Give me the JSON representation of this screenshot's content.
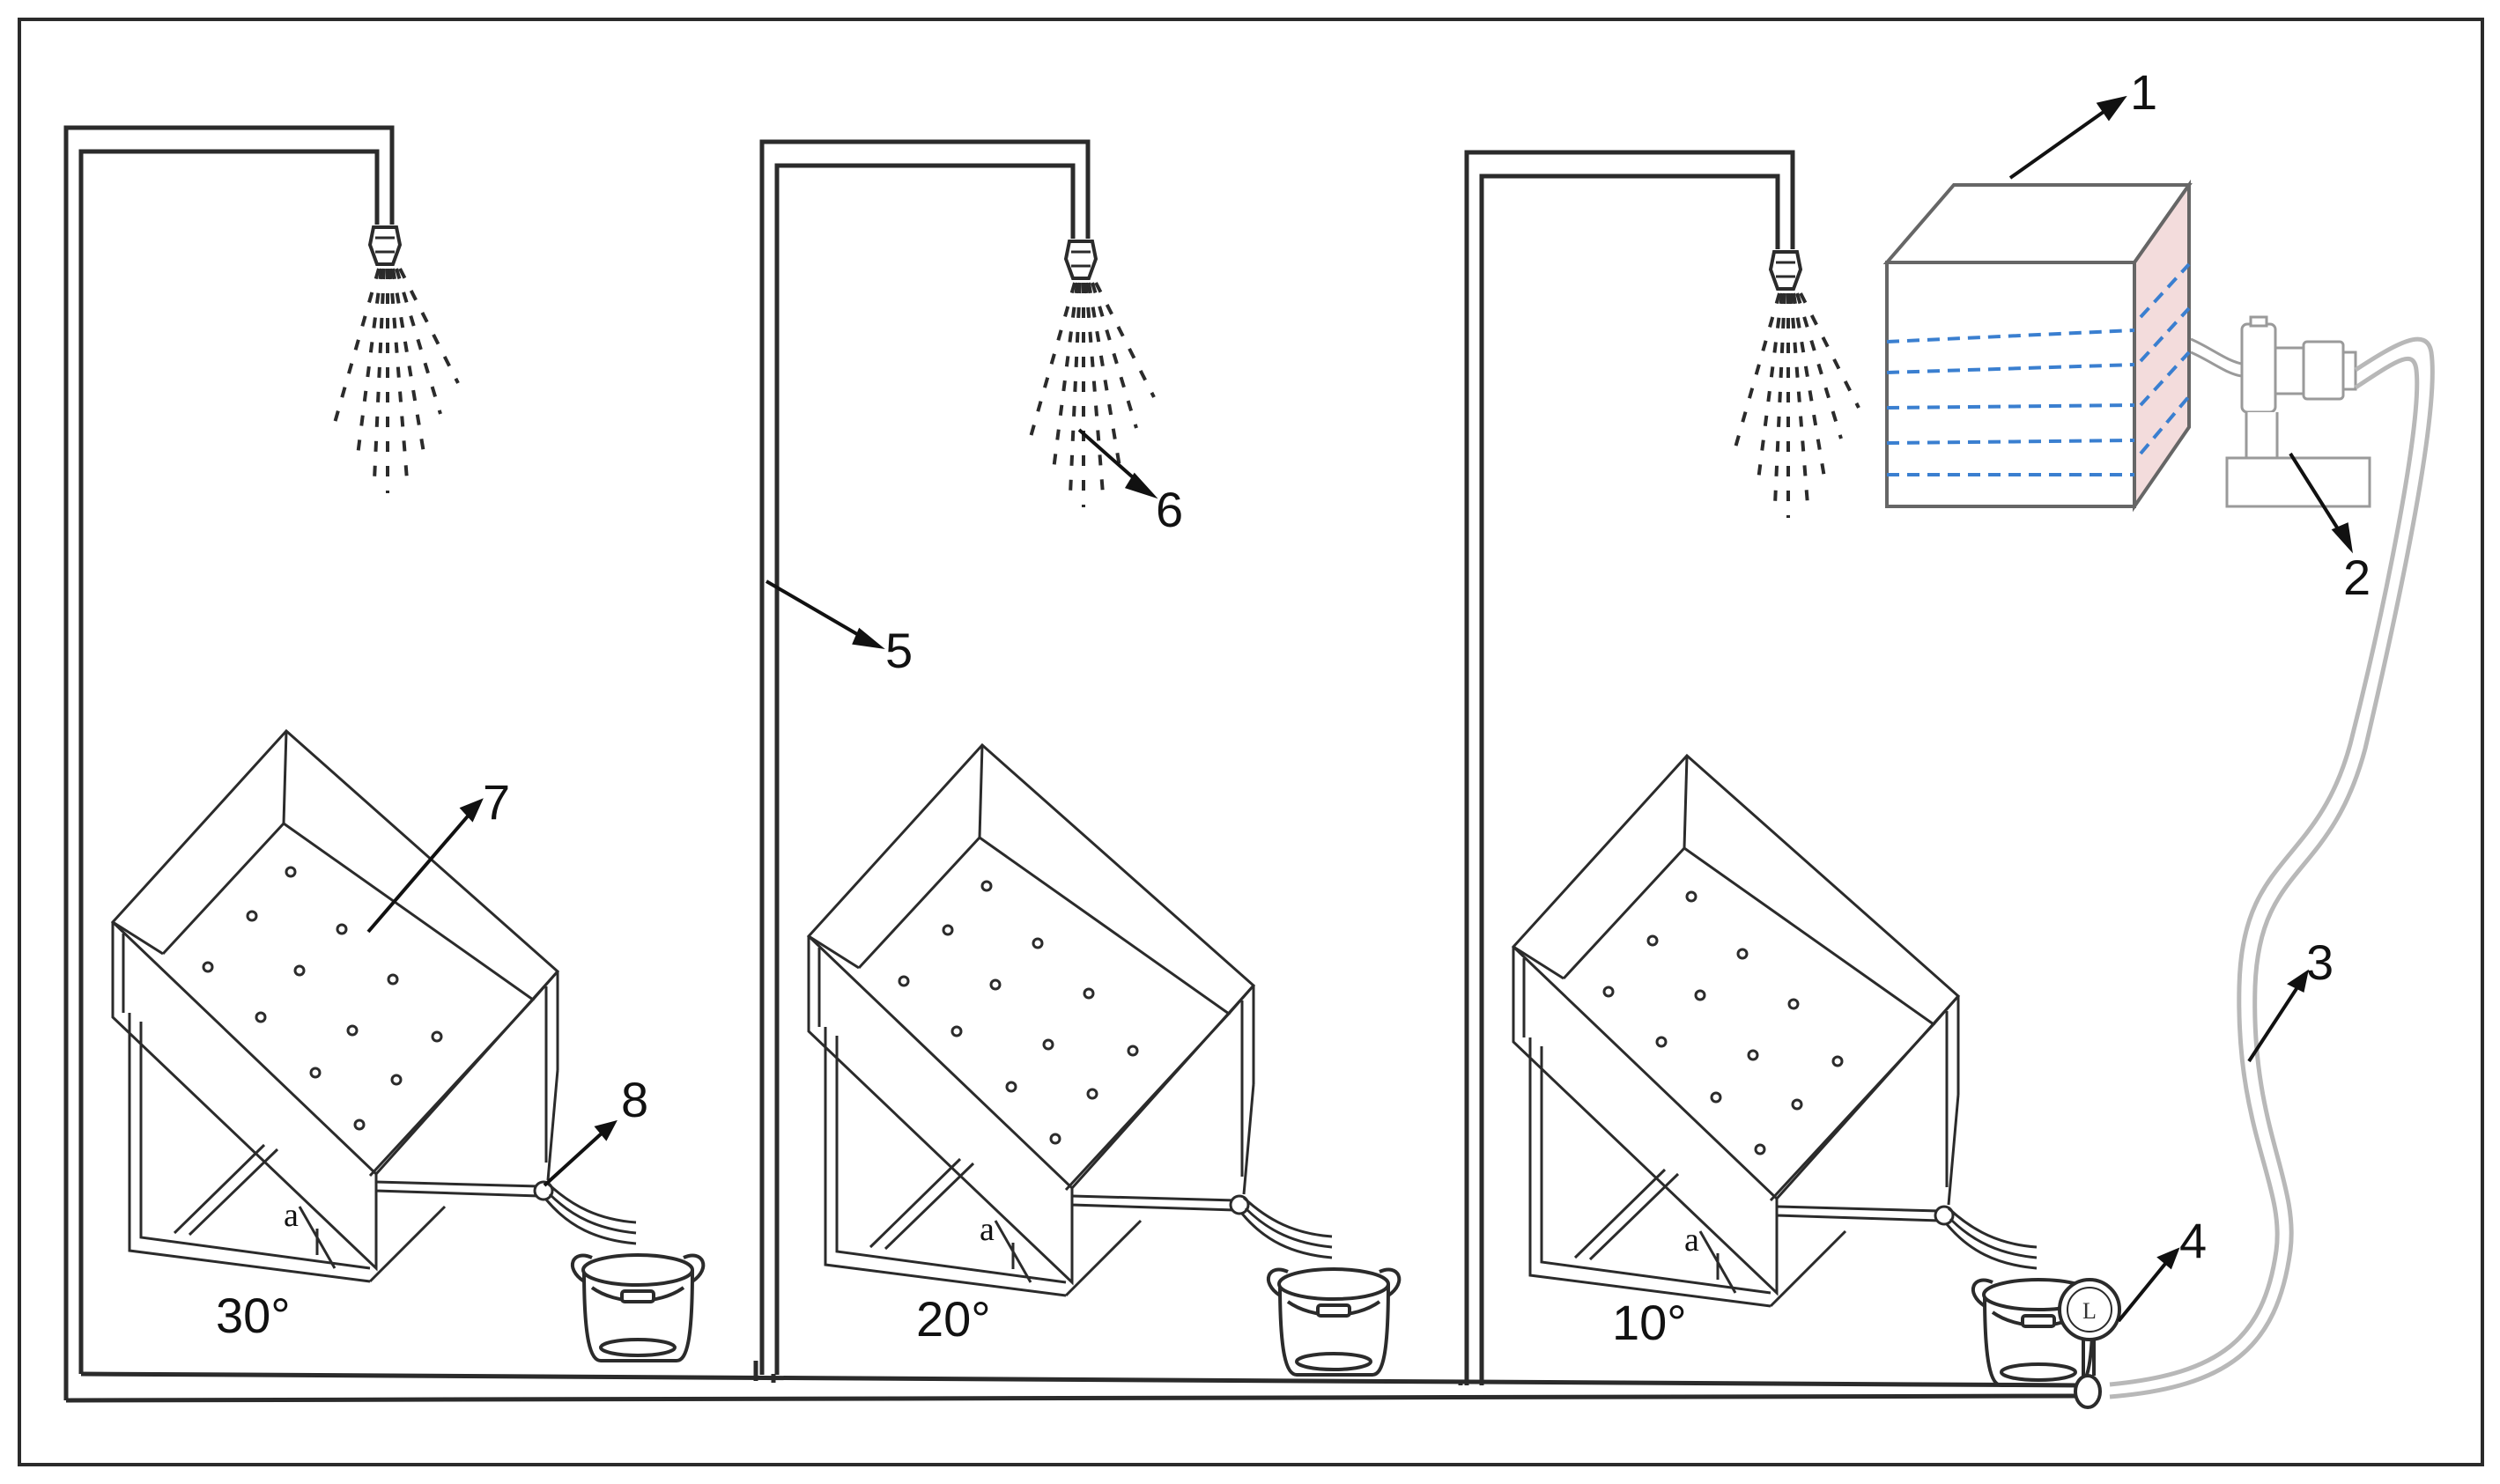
{
  "labels": {
    "tank": "1",
    "pump": "2",
    "hose": "3",
    "flowmeter": "4",
    "pipe": "5",
    "spray": "6",
    "tray": "7",
    "outlet": "8"
  },
  "stations": [
    {
      "angle_label": "30°",
      "alpha_symbol": "a"
    },
    {
      "angle_label": "20°",
      "alpha_symbol": "a"
    },
    {
      "angle_label": "10°",
      "alpha_symbol": "a"
    }
  ],
  "gauge": {
    "letter": "L"
  },
  "colors": {
    "line": "#2b2b2b",
    "hose": "#b8b8b8",
    "water": "#3a7fd0",
    "tank_side": "#f3dcdc"
  }
}
